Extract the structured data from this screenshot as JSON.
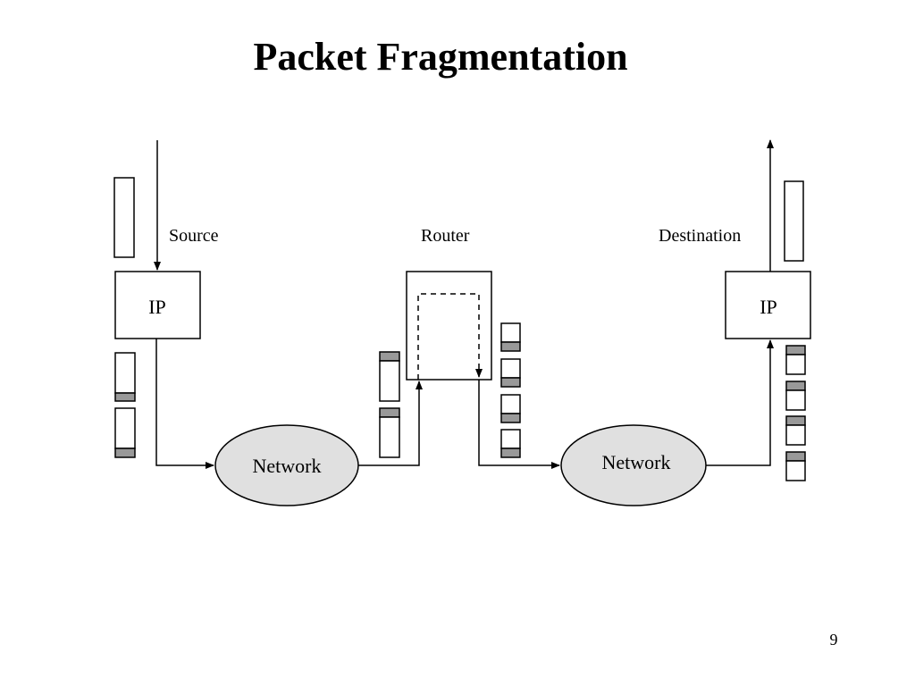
{
  "slide": {
    "title": "Packet Fragmentation",
    "page_number": "9"
  },
  "labels": {
    "source": "Source",
    "router": "Router",
    "destination": "Destination",
    "source_ip": "IP",
    "destination_ip": "IP",
    "network_left": "Network",
    "network_right": "Network"
  },
  "colors": {
    "header_fill": "#999999",
    "network_fill": "#e0e0e0",
    "stroke": "#000000"
  }
}
